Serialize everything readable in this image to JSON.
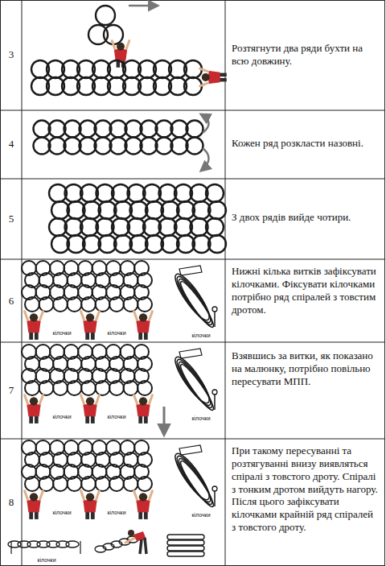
{
  "diagram": {
    "nodes": [
      {
        "text": [
          "Розтягнути два ряди бухти на всю довжину."
        ]
      },
      {
        "text": [
          "Кожен ряд розкласти назовні."
        ]
      },
      {
        "text": [
          "З двох рядів вийде чотири."
        ]
      },
      {
        "text": [
          "Нижні кілька витків зафіксувати кілочками. Фіксувати кілочками потрібно ряд спіралей з товстим дротом."
        ]
      },
      {
        "text": [
          "Взявшись за витки, як показано на малюнку, потрібно повільно пересувати МПП."
        ]
      },
      {
        "text": [
          "При такому пересуванні та розтягуванні внизу виявляться спіралі з товстого дроту. Спіралі з тонким дротом вийдуть нагору. Після цього зафіксувати кілочками крайній ряд спіралей з товстого дроту."
        ]
      }
    ],
    "labels": [
      "3",
      "4",
      "5",
      "6",
      "7",
      "8",
      "кілочки",
      "кілочки",
      "кілочки",
      "кілочки",
      "кілочки",
      "кілочки",
      "кілочки",
      "кілочки",
      "кілочки",
      "кілочки"
    ]
  }
}
